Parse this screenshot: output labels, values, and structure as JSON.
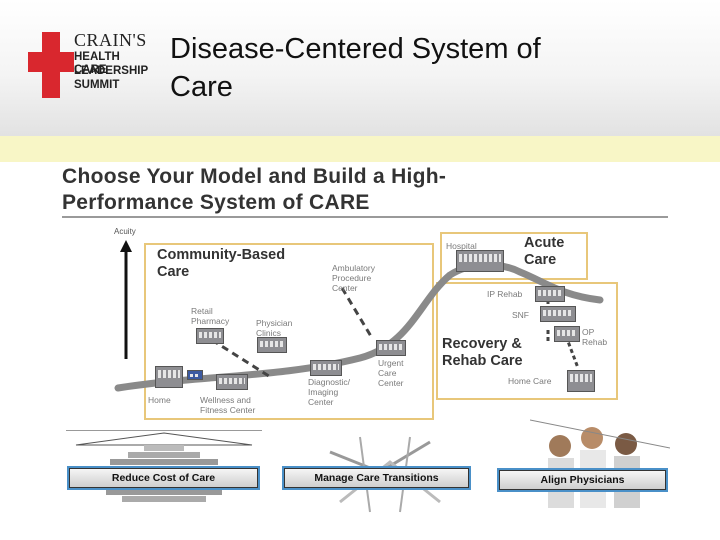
{
  "header": {
    "logo": {
      "brand": "CRAIN'S",
      "lines": [
        "HEALTH CARE",
        "LEADERSHIP",
        "SUMMIT"
      ]
    },
    "title_line1": "Disease-Centered System of",
    "title_line2": "Care"
  },
  "slide": {
    "heading_line1": "Choose Your Model and Build a High-",
    "heading_line2": "Performance System of CARE",
    "axis_label": "Acuity",
    "community_title_line1": "Community-Based",
    "community_title_line2": "Care",
    "acute_title_line1": "Acute",
    "acute_title_line2": "Care",
    "recovery_title_line1": "Recovery &",
    "recovery_title_line2": "Rehab Care",
    "labels": {
      "retail_1": "Retail",
      "retail_2": "Pharmacy",
      "physician_1": "Physician",
      "physician_2": "Clinics",
      "ambulatory_1": "Ambulatory",
      "ambulatory_2": "Procedure",
      "ambulatory_3": "Center",
      "home": "Home",
      "wellness_1": "Wellness and",
      "wellness_2": "Fitness Center",
      "diagnostic_1": "Diagnostic/",
      "diagnostic_2": "Imaging",
      "diagnostic_3": "Center",
      "urgent_1": "Urgent",
      "urgent_2": "Care",
      "urgent_3": "Center",
      "hospital": "Hospital",
      "ip_rehab": "IP Rehab",
      "snf": "SNF",
      "op_rehab_1": "OP",
      "op_rehab_2": "Rehab",
      "home_care": "Home Care"
    },
    "panels": {
      "reduce": "Reduce Cost of Care",
      "manage": "Manage Care Transitions",
      "align": "Align Physicians"
    },
    "colors": {
      "logo_red": "#d9272e",
      "highlight_band": "#f8f6c6",
      "box_border": "#e8c77a",
      "curve": "#8a8a8a",
      "button_border": "#4a90c8"
    }
  }
}
